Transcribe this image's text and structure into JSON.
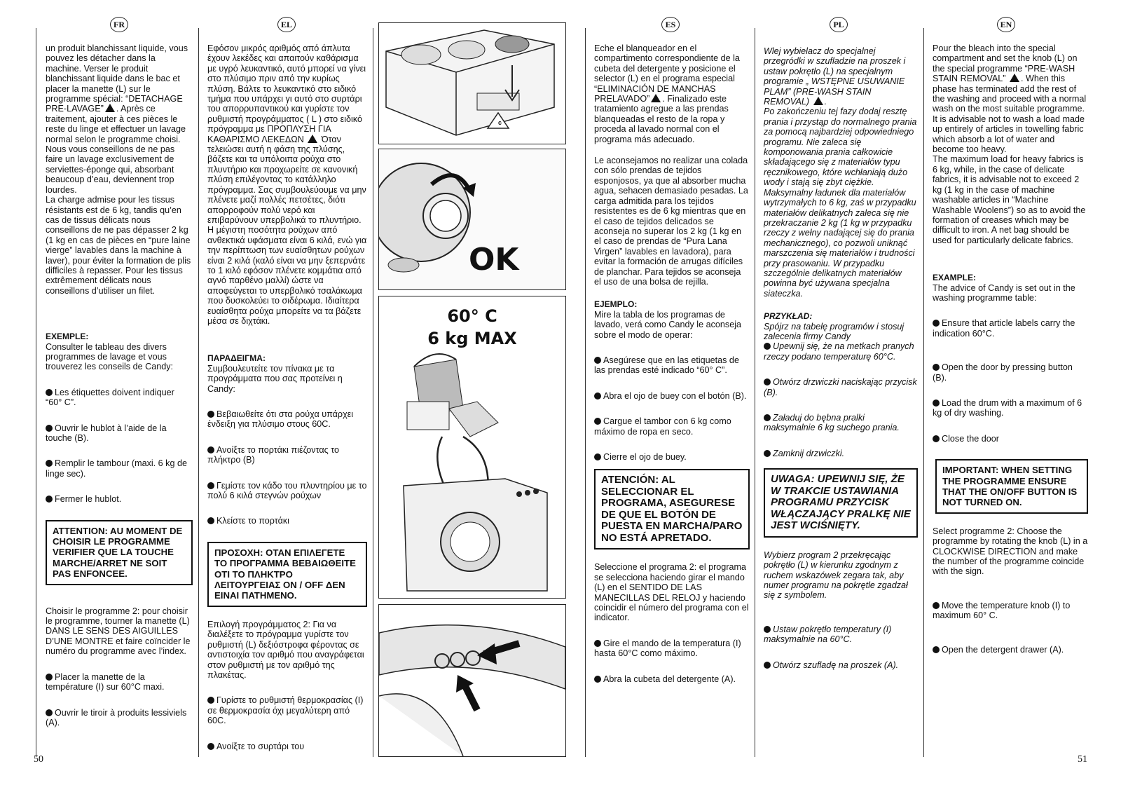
{
  "page_numbers": {
    "left": "50",
    "right": "51"
  },
  "lang_codes": {
    "fr": "FR",
    "el": "EL",
    "es": "ES",
    "pl": "PL",
    "en": "EN"
  },
  "image_text": {
    "ok": "OK",
    "temp": "60° C",
    "max": "6 kg MAX",
    "drawer_label": "c"
  },
  "fr": {
    "p1": "un produit blanchissant liquide, vous pouvez les détacher dans la machine. Verser le produit blanchissant liquide dans le bac et placer la manette (L) sur le programme spécial: “DETACHAGE PRE-LAVAGE”",
    "p1b": ". Après ce traitement, ajouter à ces pièces le reste du linge et effectuer un lavage normal selon le programme choisi.",
    "p2": "Nous vous conseillons de ne pas faire un lavage exclusivement de serviettes-éponge qui, absorbant beaucoup d’eau, deviennent trop lourdes.",
    "p3": "La charge admise pour les tissus résistants est de 6 kg, tandis qu’en cas de tissus délicats nous conseillons de ne pas dépasser 2 kg (1 kg en cas de pièces en “pure laine vierge” lavables dans la machine à laver), pour éviter la formation de plis difficiles à repasser. Pour les tissus extrêmement délicats nous conseillons d’utiliser un filet.",
    "example_title": "EXEMPLE:",
    "example_text": "Consulter le tableau des divers programmes de lavage et vous trouverez les conseils de Candy:",
    "b1": "Les étiquettes doivent indiquer “60° C”.",
    "b2": "Ouvrir le hublot à l’aide de la touche (B).",
    "b3": "Remplir le tambour (maxi. 6 kg de linge sec).",
    "b4": "Fermer le hublot.",
    "warning": "ATTENTION: AU MOMENT DE CHOISIR LE PROGRAMME VERIFIER QUE LA TOUCHE MARCHE/ARRET NE SOIT PAS ENFONCEE.",
    "p4": "Choisir le programme 2: pour choisir le programme, tourner la manette (L) DANS LE SENS DES AIGUILLES D’UNE MONTRE et faire coïncider le numéro du programme avec l’index.",
    "b5": "Placer la manette de la température (I) sur 60°C maxi.",
    "b6": "Ouvrir le tiroir à produits lessiviels (A)."
  },
  "el": {
    "p1": "Εφόσον μικρός αριθμός από άπλυτα έχουν λεκέδες και απαιτούν καθάρισμα με υγρό λευκαντικό, αυτό μπορεί να γίνει στο πλύσιμο πριν από την κυρίως πλύση. Βάλτε το λευκαντικό στο ειδικό τμήμα που υπάρχει γι αυτό στο συρτάρι του απορρυπαντικού και γυρίστε τον ρυθμιστή προγράμματος ( L ) στο ειδικό πρόγραμμα με ΠΡΟΠΛΥΣΗ ΓΙΑ ΚΑΘΑΡΙΣΜΟ ΛΕΚΕΔΩΝ",
    "p1b": "Όταν τελειώσει αυτή η φάση της πλύσης, βάζετε και τα υπόλοιπα ρούχα στο πλυντήριο και προχωρείτε σε κανονική πλύση επιλέγοντας το κατάλληλο πρόγραμμα. Σας συμβουλεύουμε να μην πλένετε μαζί πολλές πετσέτες, διότι απορροφούν πολύ νερό και επιβαρύνουν υπερβολικά το πλυντήριο.",
    "p2": "Η μέγιστη ποσότητα ρούχων από ανθεκτικά υφάσματα είναι 6 κιλά, ενώ για την περίπτωση των ευαίσθητων ρούχων είναι 2 κιλά (καλό είναι να μην ξεπερνάτε το 1 κιλό εφόσον πλένετε κομμάτια από αγνό παρθένο μαλλί) ώστε να αποφεύγεται το υπερβολικό τσαλάκωμα που δυσκολεύει το σιδέρωμα. Ιδιαίτερα ευαίσθητα ρούχα μπορείτε να τα βάζετε μέσα σε διχτάκι.",
    "example_title": "ΠΑΡΑΔΕΙΓΜΑ:",
    "example_text": "Συμβουλευτείτε τον πίνακα με τα προγράμματα που σας προτείνει η Candy:",
    "b1": "Βεβαιωθείτε ότι στα ρούχα υπάρχει ένδειξη για πλύσιμο στους 60C.",
    "b2": "Ανοίξτε το πορτάκι πιέζοντας το πλήκτρο (B)",
    "b3": "Γεμίστε τον κάδο του πλυντηρίου με το πολύ 6 κιλά στεγνών ρούχων",
    "b4": "Κλείστε το πορτάκι",
    "warning": "ΠΡΟΣΟΧΗ: ΟΤΑΝ ΕΠΙΛΕΓΕΤΕ ΤΟ ΠΡΟΓΡΑΜΜΑ ΒΕΒΑΙΩΘΕΙΤΕ ΟΤΙ ΤΟ ΠΛΗΚΤΡΟ ΛΕΙΤΟΥΡΓΕΙΑΣ ON / OFF ΔΕΝ ΕΙΝΑΙ ΠΑΤΗΜΕΝΟ.",
    "p3": "Επιλογή προγράμματος 2: Για να διαλέξετε το πρόγραμμα γυρίστε τον ρυθμιστή (L) δεξιόστροφα φέροντας σε αντιστοιχία τον αριθμό που αναγράφεται στον ρυθμιστή με τον αριθμό της πλακέτας.",
    "b5": "Γυρίστε το ρυθμιστή θερμοκρασίας (I) σε θερμοκρασία όχι μεγαλύτερη από 60C.",
    "b6": "Ανοίξτε το συρτάρι του απορρυπαντικού (A)."
  },
  "es": {
    "p1": "Eche el blanqueador en el compartimento correspondiente de la cubeta del detergente y posicione el selector (L) en el programa especial “ELIMINACIÓN DE MANCHAS PRELAVADO”",
    "p1b": ". Finalizado este tratamiento agregue a las prendas blanqueadas el resto de la ropa y proceda al lavado normal con el programa más adecuado.",
    "p2": "Le aconsejamos no realizar una colada con sólo prendas de tejidos esponjosos, ya que al absorber mucha agua, sehacen demasiado pesadas. La carga admitida para los tejidos resistentes es de 6 kg mientras que en el caso de tejidos delicados se aconseja no superar los 2 kg (1 kg en el caso de prendas de “Pura Lana Virgen” lavables en lavadora), para evitar la formación de arrugas difíciles de planchar. Para tejidos se aconseja el uso de una bolsa de rejilla.",
    "example_title": "EJEMPLO:",
    "example_text": "Mire la tabla de los programas de lavado, verá como Candy le aconseja sobre el modo de operar:",
    "b1": "Asegúrese que en las etiquetas de las prendas esté indicado “60° C”.",
    "b2": "Abra el ojo de buey con el botón (B).",
    "b3": "Cargue el tambor con 6 kg como máximo de ropa en seco.",
    "b4": "Cierre el ojo de buey.",
    "warning": "ATENCIÓN: AL SELECCIONAR EL PROGRAMA, ASEGURESE DE QUE EL BOTÓN DE PUESTA EN MARCHA/PARO NO ESTÁ APRETADO.",
    "p3": "Seleccione el programa 2: el programa se selecciona haciendo girar el mando (L) en el SENTIDO DE LAS MANECILLAS DEL RELOJ y haciendo coincidir el número del programa con el indicator.",
    "b5": "Gire el mando de la temperatura (I) hasta 60°C como máximo.",
    "b6": "Abra la cubeta del detergente (A)."
  },
  "pl": {
    "p1": "Wlej wybielacz do specjalnej przegródki w szufladzie na proszek i ustaw pokrętło (L) na specjalnym programie „ WSTĘPNE USUWANIE PLAM” (PRE-WASH STAIN REMOVAL)",
    "p1b": ".",
    "p2": "Po zakończeniu tej fazy dodaj resztę prania i przystąp do normalnego prania za pomocą najbardziej odpowiedniego programu. Nie zaleca się komponowania prania całkowicie składającego się z materiałów typu ręcznikowego, które wchłaniają dużo wody i stają się zbyt ciężkie. Maksymalny ładunek dla materiałów wytrzymałych to 6 kg, zaś w przypadku materiałów delikatnych zaleca się nie przekraczanie 2 kg (1 kg w przypadku rzeczy z wełny nadającej się do prania mechanicznego), co pozwoli uniknąć marszczenia się materiałów i trudności przy prasowaniu. W przypadku szczególnie delikatnych materiałów powinna być używana specjalna siateczka.",
    "example_title": "PRZYKŁAD:",
    "example_text": "Spójrz na tabelę programów i stosuj zalecenia firmy Candy",
    "b1": "Upewnij się, że na metkach pranych rzeczy podano temperaturę 60°C.",
    "b2": "Otwórz drzwiczki naciskając przycisk (B).",
    "b3": "Załaduj do bębna pralki maksymalnie 6 kg suchego prania.",
    "b4": "Zamknij drzwiczki.",
    "warning": "UWAGA: UPEWNIJ SIĘ, ŻE W TRAKCIE USTAWIANIA PROGRAMU PRZYCISK WŁĄCZAJĄCY PRALKĘ NIE JEST WCIŚNIĘTY.",
    "p3": "Wybierz program 2 przekręcając pokrętło (L) w kierunku zgodnym z ruchem wskazówek zegara tak, aby numer programu na pokrętle zgadzał się z symbolem.",
    "b5": "Ustaw pokrętło temperatury (I) maksymalnie na 60°C.",
    "b6": "Otwórz szufladę na proszek (A)."
  },
  "en": {
    "p1": "Pour the bleach into the special compartment and set the knob (L) on the special programme “PRE-WASH STAIN REMOVAL”",
    "p1b": ". When this phase has terminated add the rest of the washing and proceed with a normal wash on the most suitable programme. It is advisable not to wash a load made up entirely of articles in towelling fabric which absorb a lot of water and become too heavy.",
    "p2": "The maximum load for heavy fabrics is 6 kg, while, in the case of delicate fabrics, it is advisable not to exceed 2 kg (1 kg in the case of machine washable articles in “Machine Washable Woolens”) so as to avoid the formation of creases which may be difficult to iron. A net bag should be used for particularly delicate fabrics.",
    "example_title": "EXAMPLE:",
    "example_text": "The advice of Candy is set out in the washing programme table:",
    "b1": "Ensure that article labels carry the indication 60°C.",
    "b2": "Open the door by pressing button (B).",
    "b3": "Load the drum with a maximum of 6 kg of dry washing.",
    "b4": "Close the door",
    "warning": "IMPORTANT: WHEN SETTING THE PROGRAMME ENSURE THAT THE ON/OFF BUTTON IS NOT TURNED ON.",
    "p3": "Select programme 2: Choose the programme by rotating the knob (L) in a CLOCKWISE DIRECTION and make the number of the programme coincide with the sign.",
    "b5": "Move the temperature knob (I) to maximum 60° C.",
    "b6": "Open the detergent drawer (A)."
  }
}
